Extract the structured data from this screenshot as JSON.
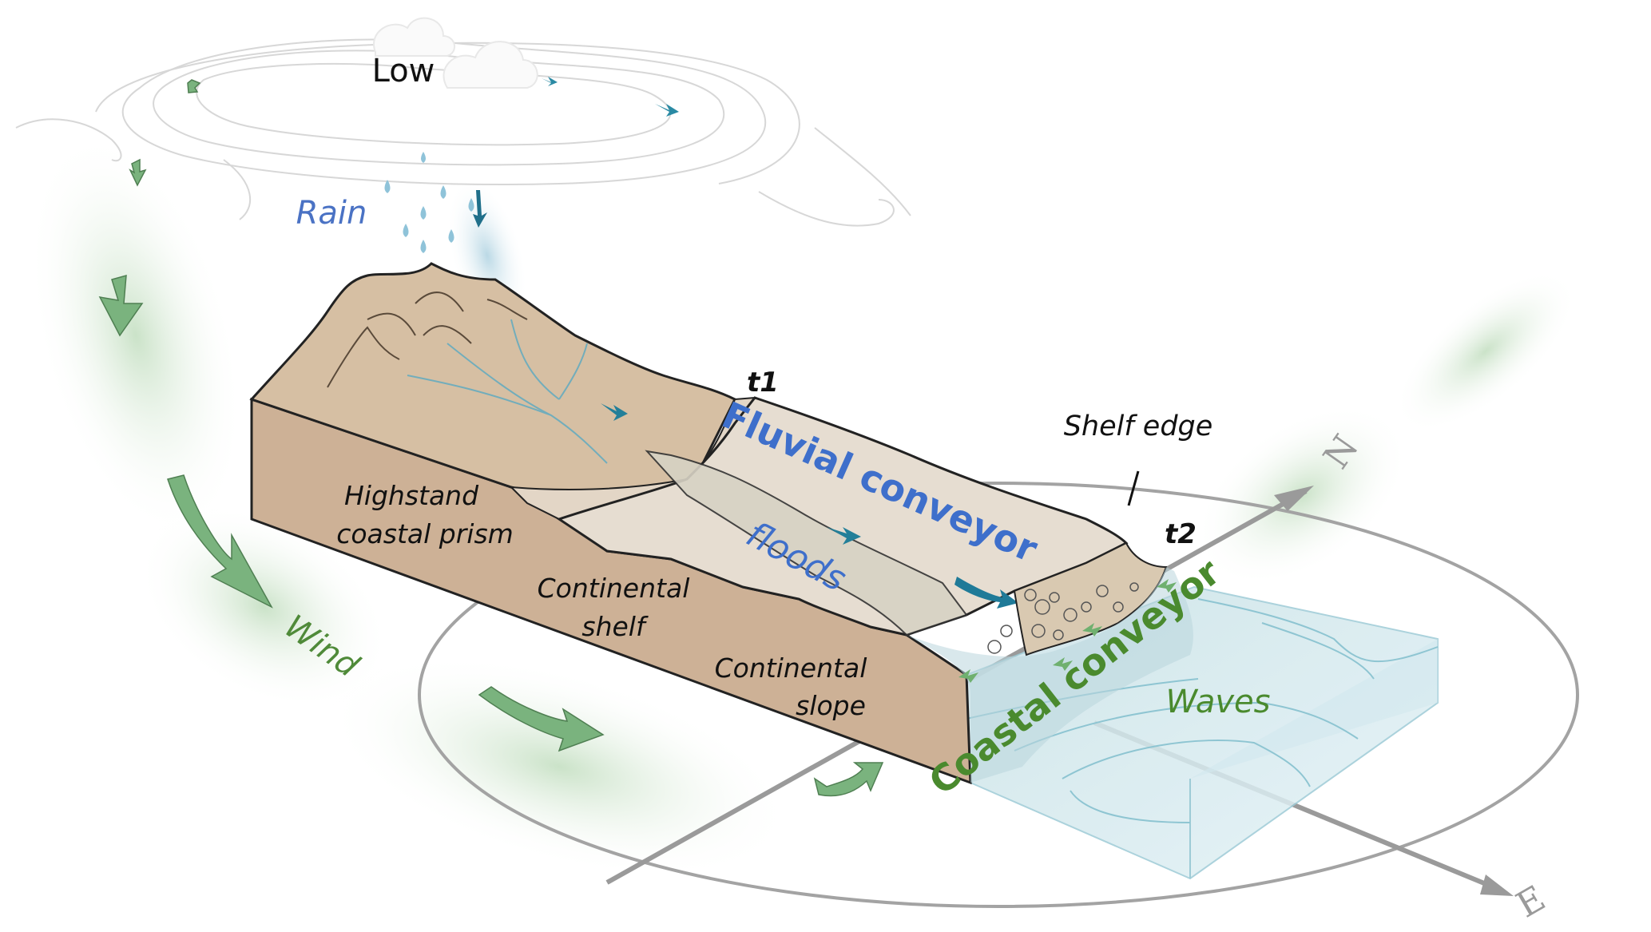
{
  "diagram": {
    "title": "Source-to-sink sediment conveyor system",
    "atmosphere": {
      "pressure_label": "Low",
      "rain_label": "Rain",
      "wind_label": "Wind"
    },
    "landforms": {
      "highstand_label_line1": "Highstand",
      "highstand_label_line2": "coastal prism",
      "shelf_label_line1": "Continental",
      "shelf_label_line2": "shelf",
      "slope_label_line1": "Continental",
      "slope_label_line2": "slope",
      "shelf_edge_label": "Shelf edge"
    },
    "time_markers": {
      "t1": "t1",
      "t2": "t2"
    },
    "processes": {
      "fluvial": "Fluvial conveyor",
      "floods": "floods",
      "coastal": "Coastal conveyor",
      "waves": "Waves"
    },
    "compass": {
      "north": "N",
      "east": "E"
    },
    "colors": {
      "land_top": "#d6bfa3",
      "land_side": "#cdb196",
      "shelf_top": "#e6ddd1",
      "water": "#d6ecf1",
      "fluvial_text": "#3e6fcb",
      "coastal_text": "#4a8a2e",
      "wind_arrow": "#7ab37e",
      "river_arrow": "#237f99",
      "compass": "#9a9a9a"
    }
  }
}
